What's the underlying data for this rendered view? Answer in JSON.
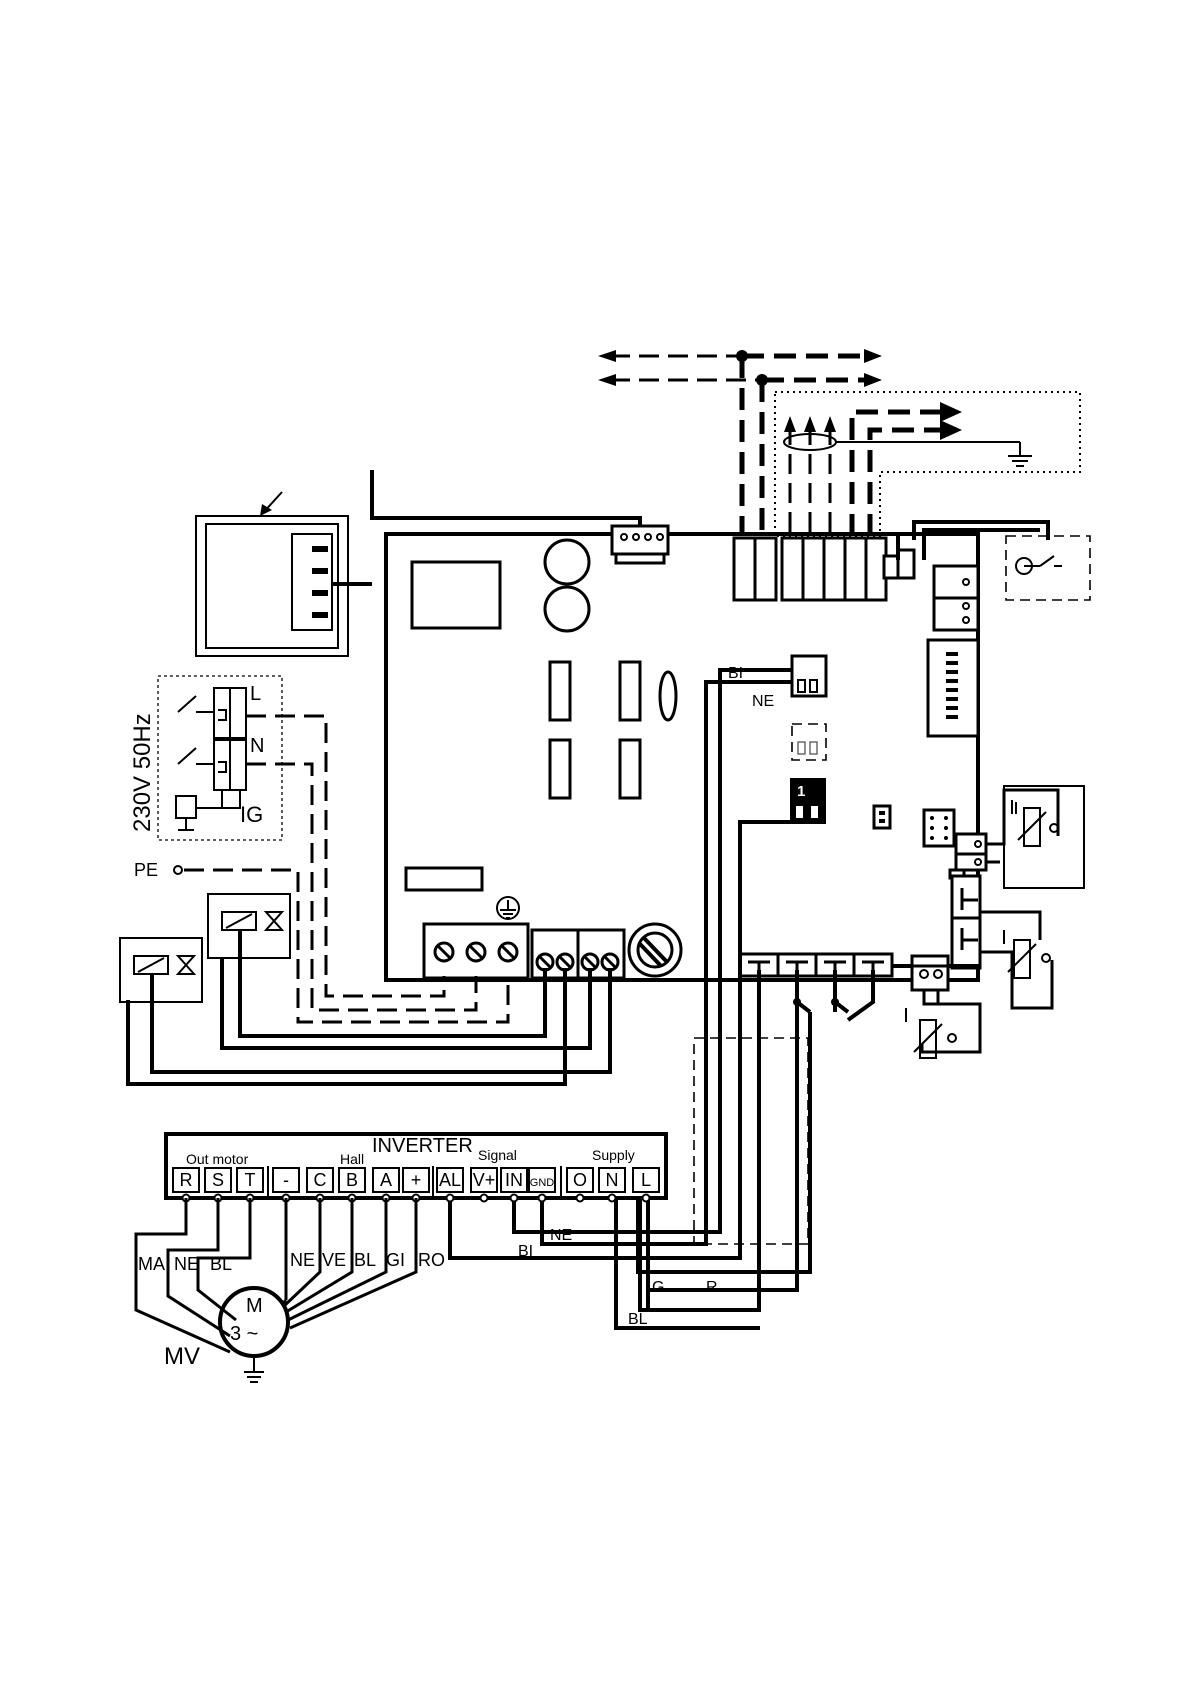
{
  "supply": {
    "voltage": "230V 50Hz",
    "line": "L",
    "neutral": "N",
    "switch": "IG",
    "earth": "PE"
  },
  "inverter": {
    "title": "INVERTER",
    "groups": {
      "out_motor": "Out motor",
      "hall": "Hall",
      "signal": "Signal",
      "supply": "Supply"
    },
    "terminals": [
      "R",
      "S",
      "T",
      "-",
      "C",
      "B",
      "A",
      "+",
      "AL",
      "V+",
      "IN",
      "GND",
      "O",
      "N",
      "L"
    ]
  },
  "motor": {
    "name": "MV",
    "symbol": "M",
    "phases": "3 ~"
  },
  "motor_wires": [
    "MA",
    "NE",
    "BL"
  ],
  "hall_wires": [
    "NE",
    "VE",
    "BL",
    "GI",
    "RO"
  ],
  "signal_wires": {
    "in": "BI",
    "gnd": "NE"
  },
  "supply_wires": {
    "g": "G",
    "r": "R",
    "bl": "BL"
  },
  "board_wires": {
    "bi": "BI",
    "ne": "NE"
  },
  "jumper_label": "1",
  "colors": {
    "ink": "#000000",
    "paper": "#ffffff"
  }
}
